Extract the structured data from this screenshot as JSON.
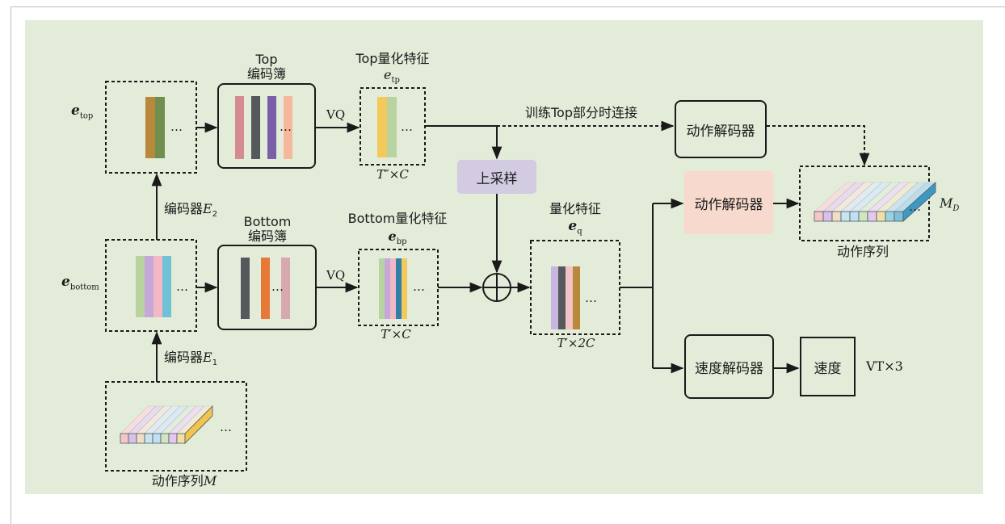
{
  "colors": {
    "panel_bg": "#e3ecd9",
    "upsample_fill": "#d2cbe2",
    "action_decoder_fill": "#f7d9cd"
  },
  "inputs": {
    "e_top": {
      "main": "e",
      "sub": "top"
    },
    "e_bottom": {
      "main": "e",
      "sub": "bottom"
    },
    "e_tp": {
      "main": "e",
      "sub": "tp"
    },
    "e_bp": {
      "main": "e",
      "sub": "bp"
    },
    "e_q": {
      "main": "e",
      "sub": "q"
    }
  },
  "labels": {
    "top_codebook_line1": "Top",
    "top_codebook_line2": "编码簿",
    "bottom_codebook_line1": "Bottom",
    "bottom_codebook_line2": "编码簿",
    "top_quant_title": "Top量化特征",
    "bottom_quant_title": "Bottom量化特征",
    "quant_title": "量化特征",
    "vq_top": "VQ",
    "vq_bottom": "VQ",
    "dim_top": "T″×C",
    "dim_bottom": "T′×C",
    "dim_quant": "T′×2C",
    "encoder2": {
      "text": "编码器",
      "var": "E",
      "sub": "2"
    },
    "encoder1": {
      "text": "编码器",
      "var": "E",
      "sub": "1"
    },
    "train_connect": "训练Top部分时连接",
    "action_seq_input": {
      "text": "动作序列",
      "var": "M"
    },
    "action_seq_output": "动作序列",
    "md": {
      "var": "M",
      "sub": "D"
    },
    "vt3": "VT×3",
    "ellipsis": "…"
  },
  "blocks": {
    "upsample": "上采样",
    "action_decoder_top": "动作解码器",
    "action_decoder_main": "动作解码器",
    "speed_decoder": "速度解码器",
    "speed": "速度"
  },
  "feature_colors": {
    "e_top": [
      "#b8893a",
      "#6f8f4f"
    ],
    "top_codebook": [
      "#d48b91",
      "#55595b",
      "#7a5ea8",
      "#f5b89c"
    ],
    "e_tp": [
      "#f4c95b",
      "#b9d3a0"
    ],
    "e_bottom": [
      "#b9d3a0",
      "#c6a8d8",
      "#f2b8c6",
      "#6fc2d4"
    ],
    "bottom_codebook": [
      "#55595b",
      "#e87838",
      "#d8a8b0"
    ],
    "e_bp": [
      "#b9d3a0",
      "#c6a8d8",
      "#f2b8c6",
      "#2f7fa8",
      "#f4c95b"
    ],
    "e_q": [
      "#c6b6e0",
      "#55595b",
      "#f2c2c6",
      "#b8893a"
    ],
    "sequence": [
      "#f6c6c6",
      "#d8c0e6",
      "#f2dcc4",
      "#c9e4ec",
      "#bfe0f0",
      "#cfe6c0",
      "#e6c8ec",
      "#f0e0a8"
    ]
  }
}
